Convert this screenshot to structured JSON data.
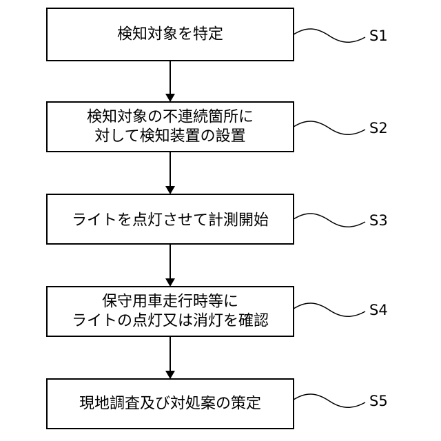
{
  "steps": [
    {
      "id": "S1",
      "lines": [
        "検知対象を特定"
      ]
    },
    {
      "id": "S2",
      "lines": [
        "検知対象の不連続箇所に",
        "対して検知装置の設置"
      ]
    },
    {
      "id": "S3",
      "lines": [
        "ライトを点灯させて計測開始"
      ]
    },
    {
      "id": "S4",
      "lines": [
        "保守用車走行時等に",
        "ライトの点灯又は消灯を確認"
      ]
    },
    {
      "id": "S5",
      "lines": [
        "現地調査及び対処案の策定"
      ]
    }
  ]
}
